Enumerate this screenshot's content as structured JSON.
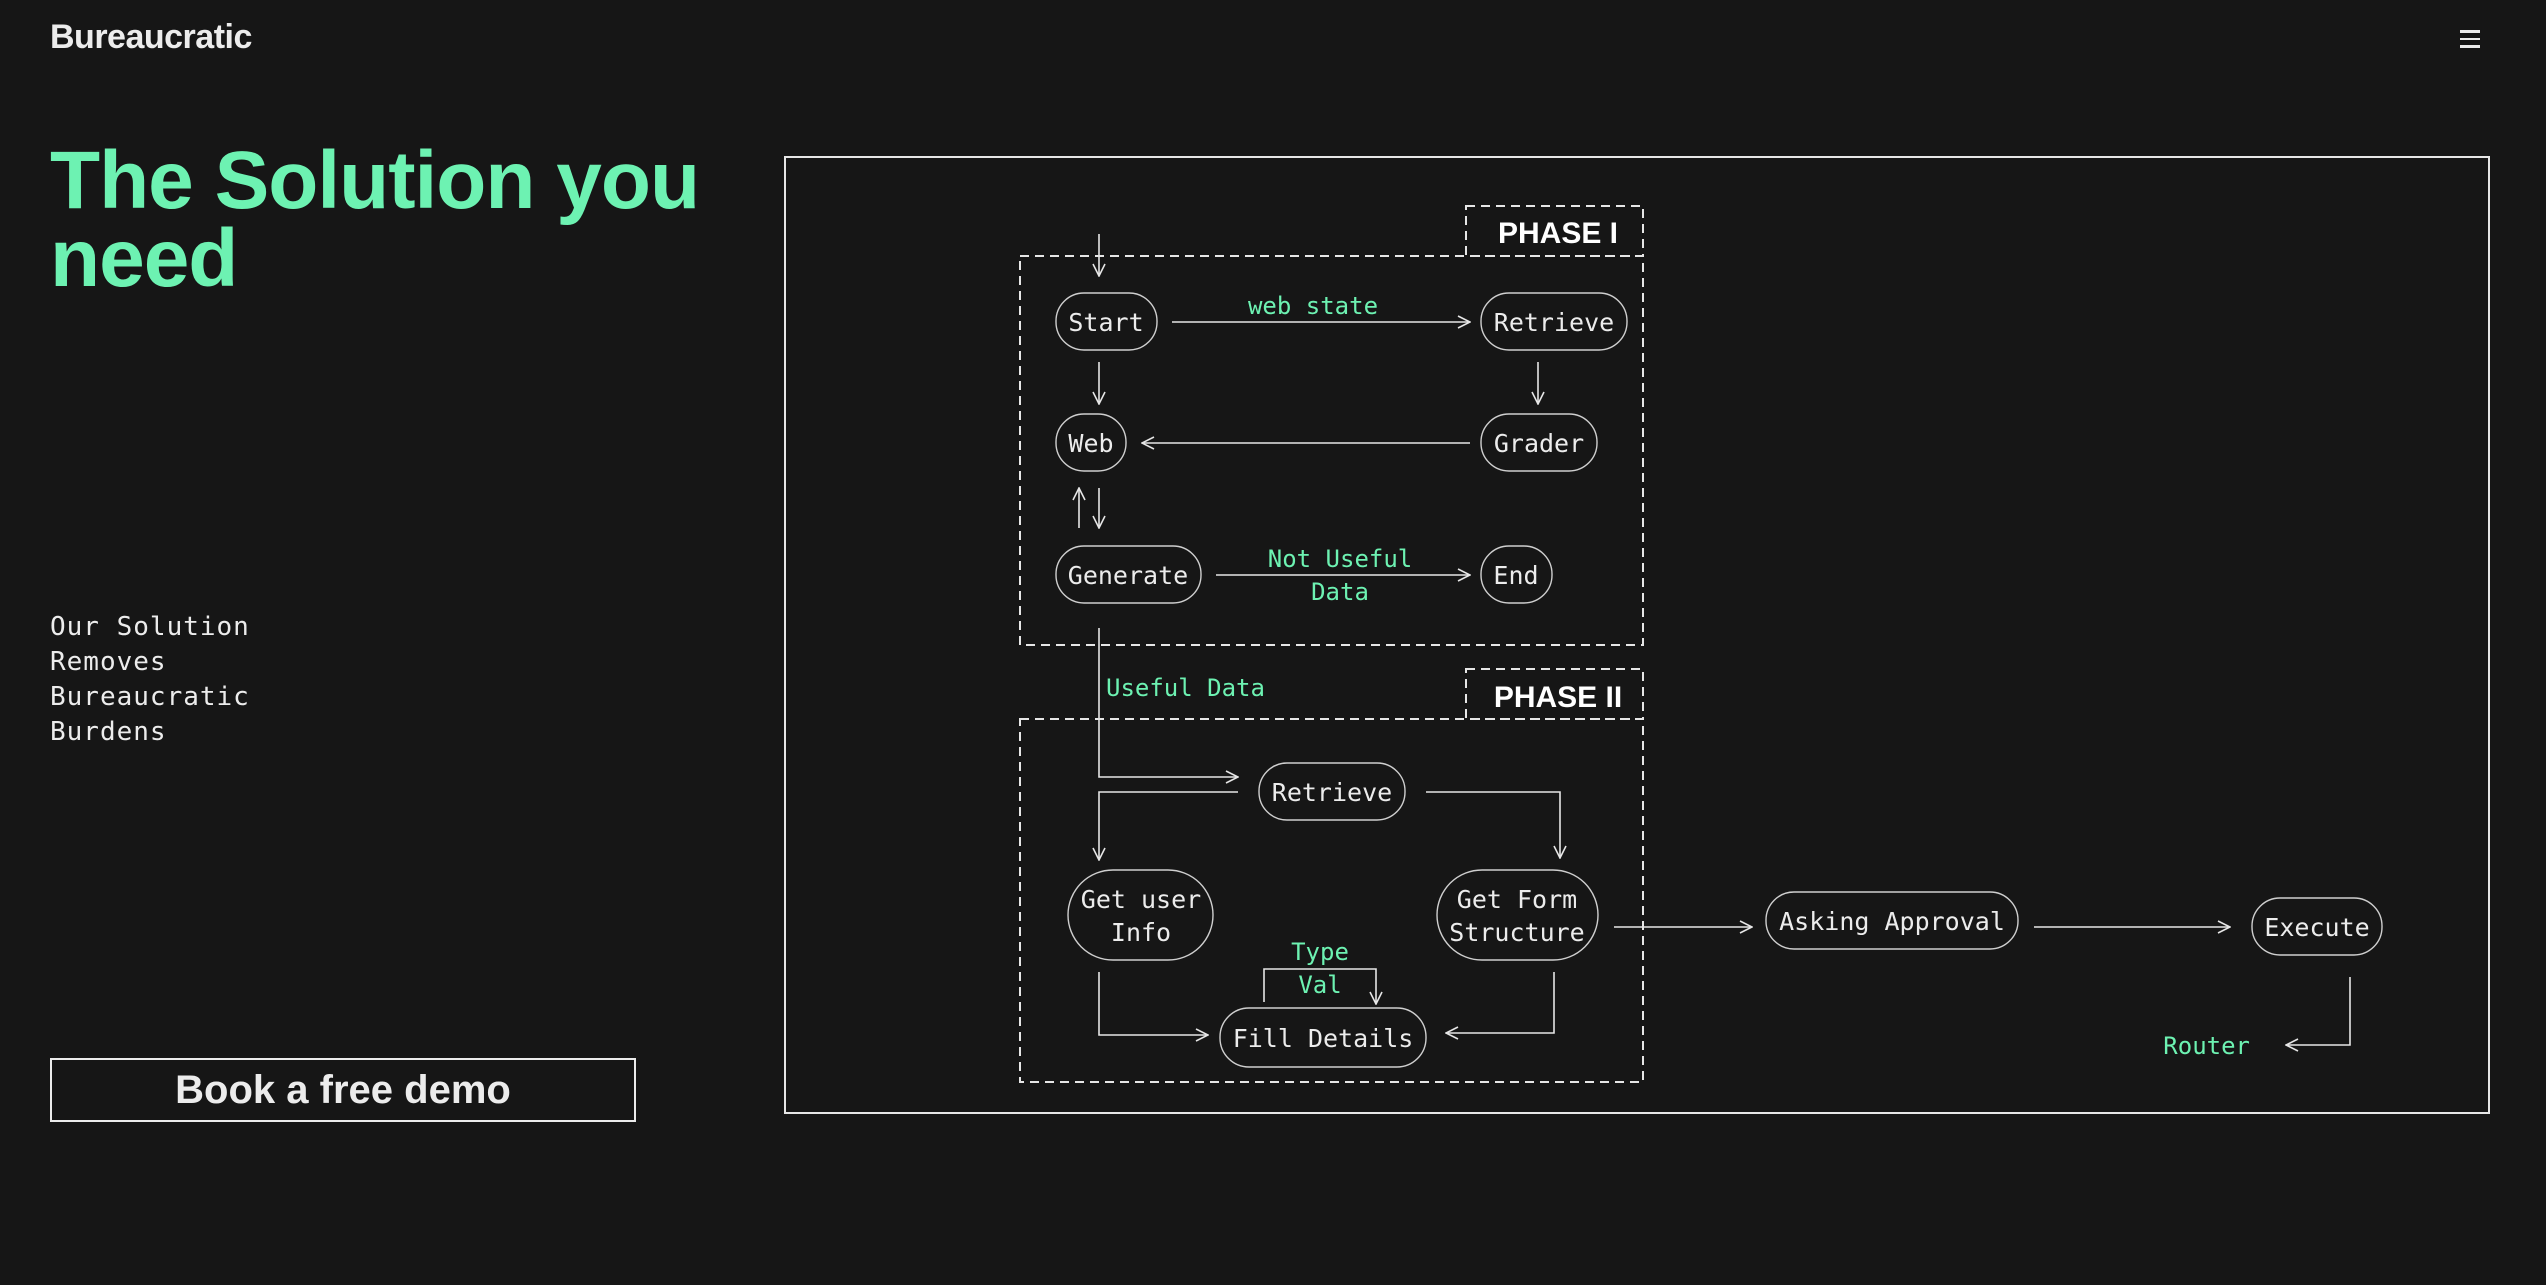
{
  "header": {
    "brand": "Bureaucratic",
    "menu_icon": "hamburger-menu-icon"
  },
  "hero": {
    "title": "The Solution you need",
    "tagline_lines": [
      "Our Solution",
      "Removes",
      "Bureaucratic",
      "Burdens"
    ],
    "cta_label": "Book a free demo"
  },
  "diagram": {
    "phases": {
      "phase1": "PHASE I",
      "phase2": "PHASE II"
    },
    "nodes": {
      "start": "Start",
      "retrieve1": "Retrieve",
      "web": "Web",
      "grader": "Grader",
      "generate": "Generate",
      "end": "End",
      "retrieve2": "Retrieve",
      "get_user_info": [
        "Get user",
        "Info"
      ],
      "get_form_structure": [
        "Get Form",
        "Structure"
      ],
      "fill_details": "Fill Details",
      "asking_approval": "Asking Approval",
      "execute": "Execute"
    },
    "edge_labels": {
      "web_state": "web state",
      "not_useful_data": [
        "Not Useful",
        "Data"
      ],
      "useful_data": "Useful Data",
      "type_val": [
        "Type",
        "Val"
      ],
      "router": "Router"
    },
    "colors": {
      "accent": "#6df2b2",
      "line": "#e6e6e6",
      "background": "#161616"
    }
  }
}
